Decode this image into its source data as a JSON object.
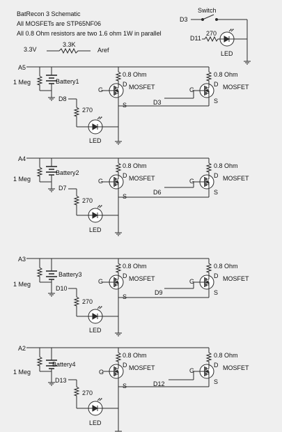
{
  "header": {
    "title": "BatRecon 3 Schematic",
    "line1": "All MOSFETs are STP65NF06",
    "line2": "All 0.8 Ohm resistors are two 1.6 ohm 1W in parallel"
  },
  "aref": {
    "v_label": "3.3V",
    "r_label": "3.3K",
    "aref_label": "Aref"
  },
  "switch_circuit": {
    "switch_label": "Switch",
    "pin_label": "D3",
    "led_pin": "D11",
    "resistor_label": "270",
    "led_label": "LED"
  },
  "common": {
    "meg_label": "1 Meg",
    "load_label": "0.8 Ohm",
    "mosfet_label": "MOSFET",
    "gate": "G",
    "drain": "D",
    "source": "S",
    "led_r_label": "270",
    "led_label": "LED"
  },
  "channels": [
    {
      "analog": "A5",
      "battery": "Battery1",
      "led_pin": "D8",
      "gate_pin": "D3"
    },
    {
      "analog": "A4",
      "battery": "Battery2",
      "led_pin": "D7",
      "gate_pin": "D6"
    },
    {
      "analog": "A3",
      "battery": "Battery3",
      "led_pin": "D10",
      "gate_pin": "D9"
    },
    {
      "analog": "A2",
      "battery": "Battery4",
      "led_pin": "D13",
      "gate_pin": "D12"
    }
  ]
}
